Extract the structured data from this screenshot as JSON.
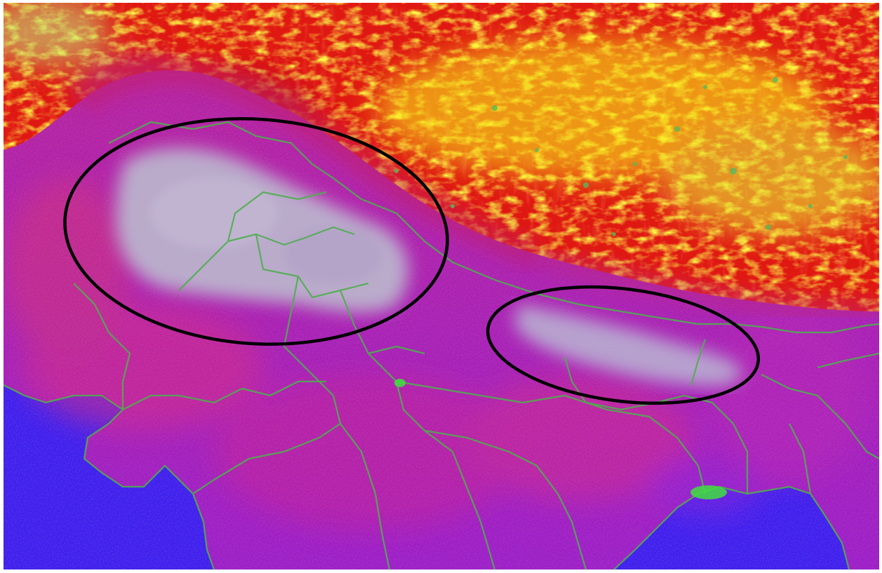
{
  "image": {
    "kind": "false-colour satellite composite",
    "colors": {
      "sea": "#3a1ff0",
      "land_surface": "#a824c4",
      "land_magenta": "#c0209c",
      "fog": "#b9aec8",
      "cold_cloud_red": "#e41a12",
      "cold_cloud_yellow": "#f6ee10",
      "cold_cloud_green": "#b8e060",
      "boundaries": "#4fb04f",
      "annotation": "#000000"
    }
  },
  "annotations": [
    {
      "name": "fog-region-west",
      "shape": "ellipse",
      "stroke": "#000000"
    },
    {
      "name": "fog-region-east",
      "shape": "ellipse",
      "stroke": "#000000"
    }
  ]
}
